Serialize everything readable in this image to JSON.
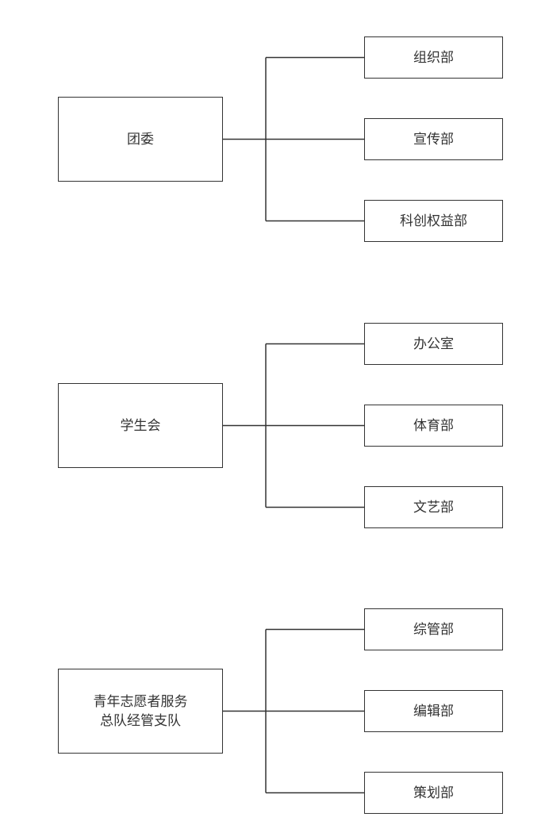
{
  "groups": [
    {
      "parent": "团委",
      "children": [
        "组织部",
        "宣传部",
        "科创权益部"
      ]
    },
    {
      "parent": "学生会",
      "children": [
        "办公室",
        "体育部",
        "文艺部"
      ]
    },
    {
      "parent": "青年志愿者服务\n总队经管支队",
      "children": [
        "综管部",
        "编辑部",
        "策划部"
      ]
    }
  ],
  "colors": {
    "stroke": "#333333",
    "text": "#333333",
    "background": "#ffffff"
  }
}
